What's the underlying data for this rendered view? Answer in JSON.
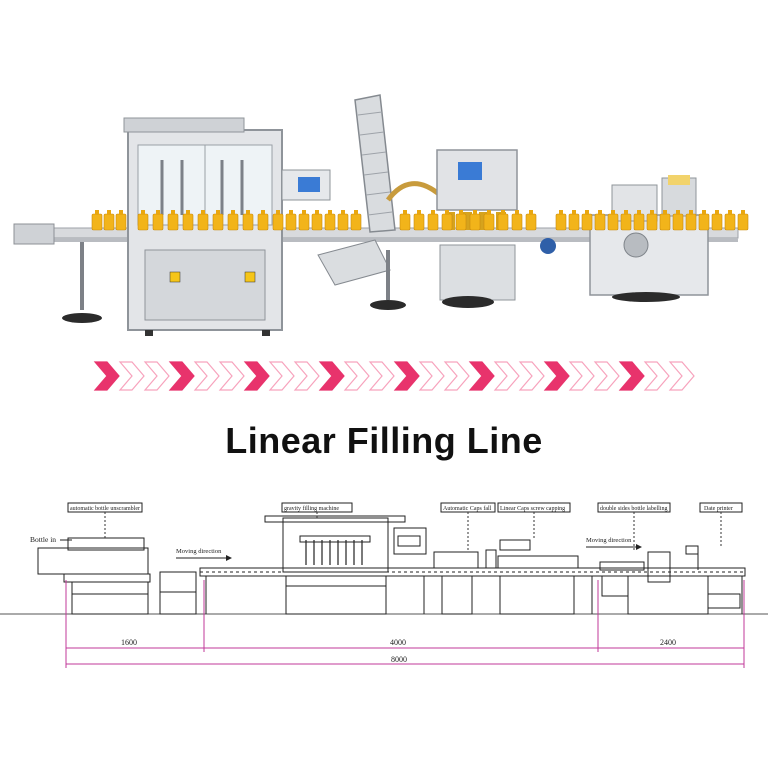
{
  "title": "Linear Filling Line",
  "colors": {
    "accent": "#e8336c",
    "accent_light": "#f7a3bd",
    "dimension": "#c0399a",
    "bottles": "#f2b41a",
    "machine_steel": "#c9ccd1",
    "drawing_line": "#222222"
  },
  "drawing_labels": {
    "unscrambler": "automatic bottle unscrambler",
    "bottle_in": "Bottle in",
    "moving_direction_left": "Moving direction",
    "gravity_filling": "gravity filling machine",
    "caps_fall": "Automatic Caps fall",
    "linear_capping": "Linear Caps screw capping",
    "moving_direction_right": "Moving direction",
    "double_labelling": "double sides bottle labelling",
    "date_printer": "Date printer"
  },
  "dimensions": {
    "d1": "1600",
    "d2": "4000",
    "d3": "2400",
    "total": "8000"
  }
}
